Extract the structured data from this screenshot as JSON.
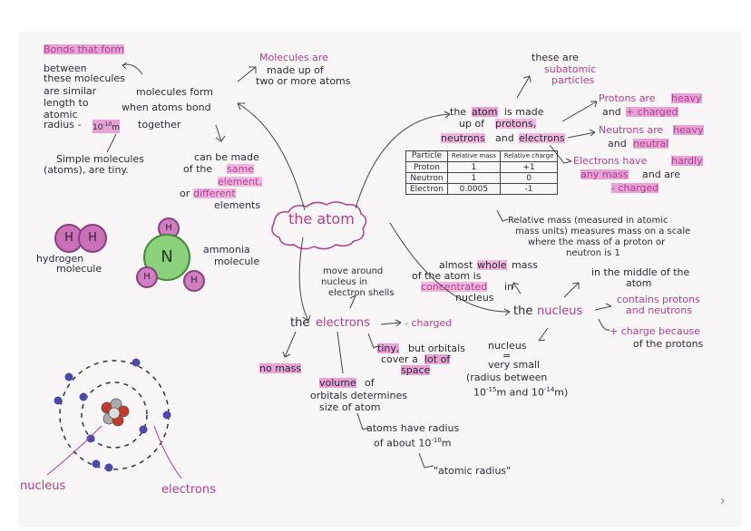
{
  "notes": {
    "bonds": [
      "Bonds that form",
      "between",
      "these molecules",
      "are similar",
      "length to",
      "atomic",
      "radius -"
    ],
    "bonds_value": "10",
    "bonds_exp": "-10",
    "bonds_unit": "m",
    "molecules_form": [
      "molecules form",
      "when atoms bond",
      "together"
    ],
    "simple": [
      "Simple molecules",
      "(atoms), are tiny."
    ],
    "can_be_made": [
      "can be made",
      "of the",
      "same",
      "element,",
      "or",
      "different",
      "elements"
    ],
    "made_up": [
      "Molecules are",
      "made up of",
      "two or more atoms"
    ],
    "center": "the atom",
    "atom_made": [
      "the",
      "atom",
      "is made",
      "up of",
      "protons,",
      "neutrons",
      "and",
      "electrons"
    ],
    "these_are": [
      "these are",
      "subatomic",
      "particles"
    ],
    "protons": [
      "Protons are",
      "heavy",
      "and",
      "+ charged"
    ],
    "neutrons": [
      "Neutrons are",
      "heavy",
      "and",
      "neutral"
    ],
    "electrons_note": [
      "Electrons have",
      "hardly",
      "any mass",
      "and are",
      "- charged"
    ],
    "table": {
      "headers": [
        "Particle",
        "Relative mass",
        "Relative charge"
      ],
      "rows": [
        [
          "Proton",
          "1",
          "+1"
        ],
        [
          "Neutron",
          "1",
          "0"
        ],
        [
          "Electron",
          "0.0005",
          "-1"
        ]
      ]
    },
    "relative_mass": [
      "Relative mass (measured in atomic",
      "mass units) measures mass on a scale",
      "where the mass of a proton or",
      "neutron is 1"
    ],
    "hydrogen_label": [
      "hydrogen",
      "molecule"
    ],
    "ammonia_label": [
      "ammonia",
      "molecule"
    ],
    "h": "H",
    "n": "N",
    "move_around": [
      "move around",
      "nucleus in",
      "electron shells"
    ],
    "almost": [
      "almost",
      "whole",
      "mass",
      "of the atom is",
      "concentrated",
      "in",
      "nucleus"
    ],
    "middle": [
      "in the middle of the",
      "atom"
    ],
    "contains": [
      "contains protons",
      "and neutrons"
    ],
    "plus_charge": [
      "+ charge because",
      "of the protons"
    ],
    "the_nucleus": [
      "the",
      "nucleus"
    ],
    "the_electrons": [
      "the",
      "electrons"
    ],
    "charged": "- charged",
    "no_mass": "no mass",
    "tiny": [
      "tiny,",
      "but orbitals",
      "cover a",
      "lot of",
      "space"
    ],
    "nucleus_small": [
      "nucleus",
      "=",
      "very small",
      "(radius between",
      "10",
      "-15",
      "m and 10",
      "-14",
      "m)"
    ],
    "volume": [
      "volume",
      "of",
      "orbitals determines",
      "size of atom"
    ],
    "atoms_radius": [
      "atoms have radius",
      "of about 10",
      "-10",
      "m"
    ],
    "atomic_radius": "\"atomic radius\"",
    "nucleus_label": "nucleus",
    "electrons_label": "electrons"
  },
  "colors": {
    "highlight": "#e7a3d6",
    "pink_ink": "#b03f8f",
    "ink": "#2a2a33",
    "green_atom": "#8bd07a"
  },
  "icons": [
    "arrow-icon",
    "cloud-bubble-icon",
    "atom-diagram-icon",
    "molecule-icon"
  ]
}
